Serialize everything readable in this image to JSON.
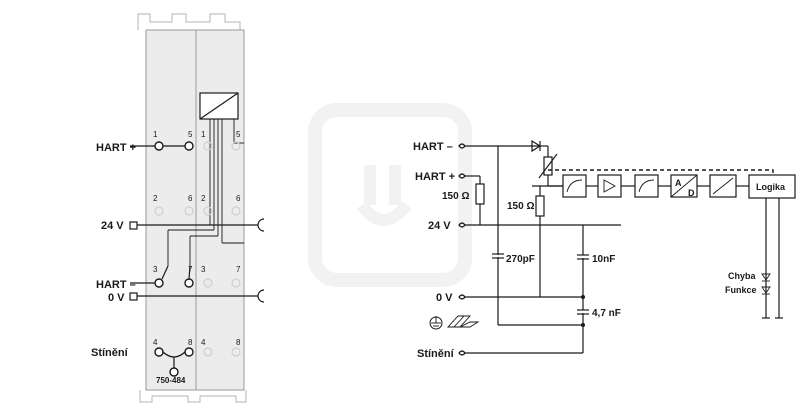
{
  "left": {
    "hart_plus": "HART +",
    "v24": "24 V",
    "hart_minus": "HART –",
    "v0": "0 V",
    "shield": "Stínění",
    "part_number": "750-484",
    "pins": {
      "p1a": "1",
      "p5a": "5",
      "p1b": "1",
      "p5b": "5",
      "p2a": "2",
      "p6a": "6",
      "p2b": "2",
      "p6b": "6",
      "p3a": "3",
      "p7a": "7",
      "p3b": "3",
      "p7b": "7",
      "p4a": "4",
      "p8a": "8",
      "p4b": "4",
      "p8b": "8"
    }
  },
  "right": {
    "hart_minus": "HART –",
    "hart_plus": "HART +",
    "v24": "24 V",
    "v0": "0 V",
    "shield": "Stínění",
    "r1": "150 Ω",
    "r2": "150 Ω",
    "c1": "270pF",
    "c2": "10nF",
    "c3": "4,7 nF",
    "logic": "Logika",
    "ad_a": "A",
    "ad_d": "D",
    "err_1": "Chyba",
    "err_2": "Funkce"
  }
}
